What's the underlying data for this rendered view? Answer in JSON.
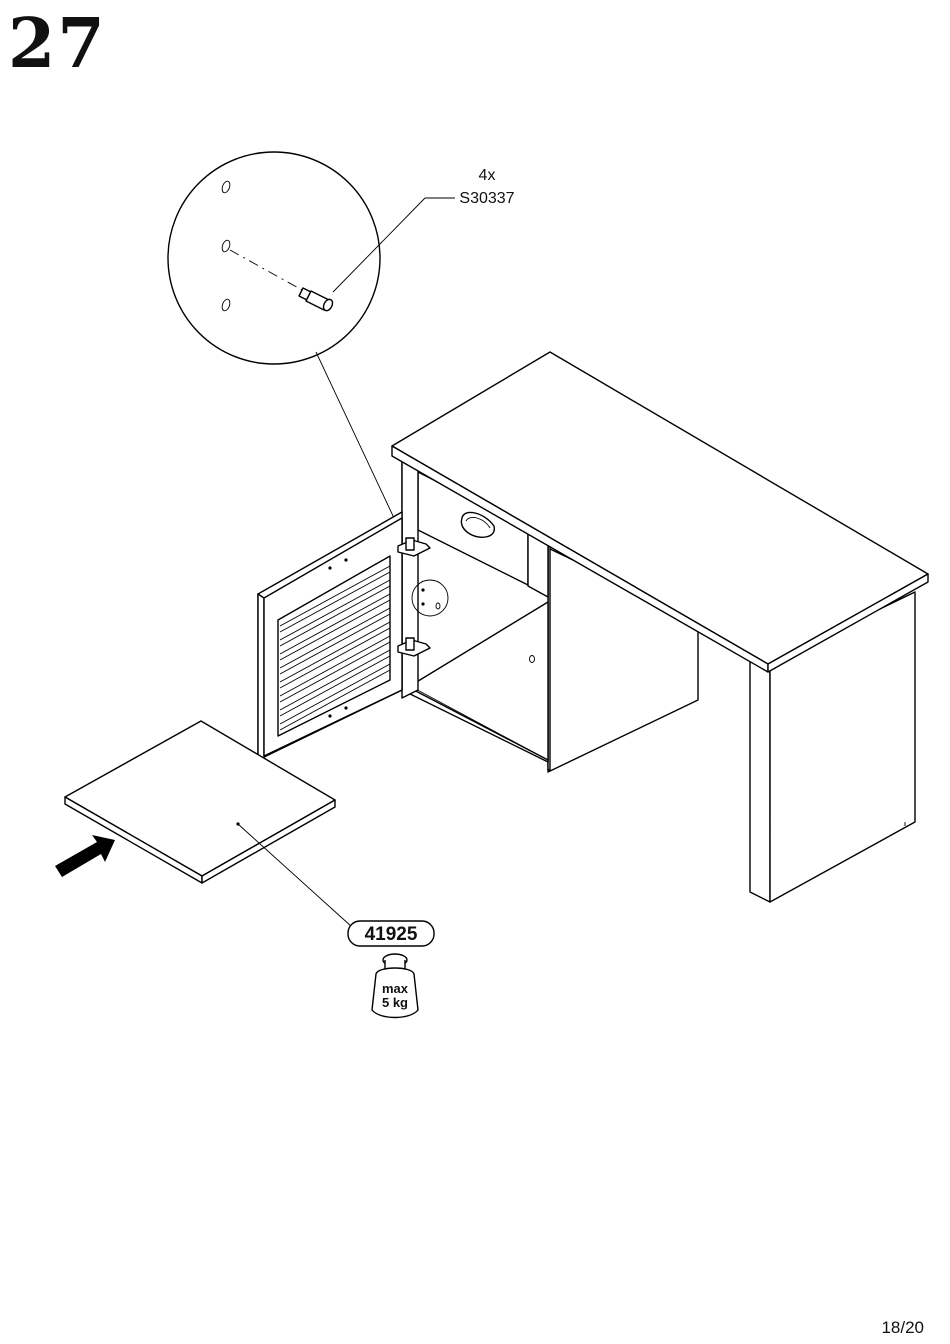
{
  "step": {
    "number": "27"
  },
  "callout": {
    "quantity": "4x",
    "part_code": "S30337"
  },
  "shelf_label": {
    "part_code": "41925"
  },
  "weight_limit": {
    "line1": "max",
    "line2": "5 kg"
  },
  "icons": [
    "weight-icon",
    "insert-arrow-icon",
    "shelf-pin-icon"
  ],
  "page": {
    "number": "18/20"
  }
}
